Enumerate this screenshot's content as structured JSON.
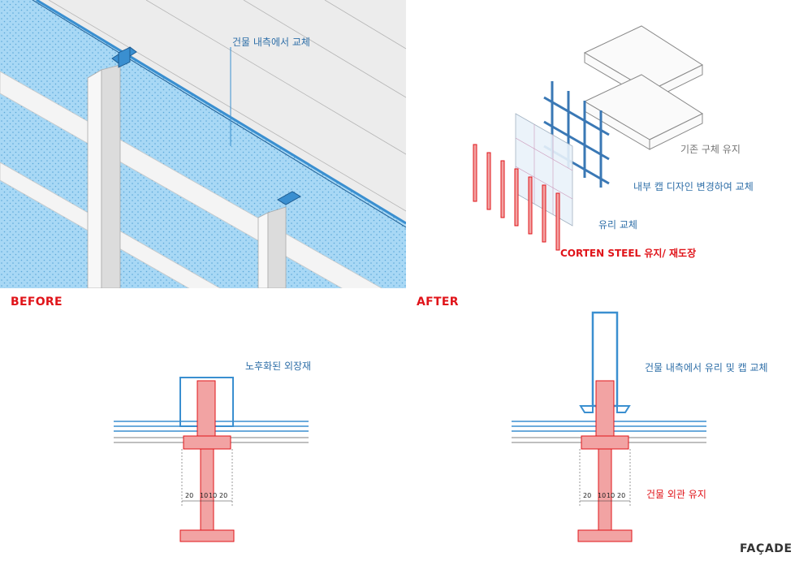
{
  "labels": {
    "replace_from_inside": "건물 내측에서 교체",
    "keep_existing_structure": "기존 구체 유지",
    "change_inner_cap": "내부 캡 디자인 변경하여 교체",
    "replace_glass": "유리 교체",
    "corten_keep": "CORTEN STEEL 유지/ 재도장",
    "before": "BEFORE",
    "after": "AFTER",
    "aged_cladding": "노후화된 외장재",
    "replace_glass_cap_from_inside": "건물 내측에서 유리 및 캡 교체",
    "keep_exterior": "건물 외관 유지",
    "facade": "FAÇADE"
  },
  "dimensions": {
    "before": [
      "20",
      "10",
      "10",
      "20"
    ],
    "after": [
      "20",
      "10",
      "10",
      "20"
    ]
  },
  "colors": {
    "glass_blue": "#a8d8f5",
    "frame_blue": "#3a8fd0",
    "label_blue": "#2f6fa8",
    "steel_red": "#f2a3a3",
    "accent_red": "#e0141a",
    "sky_gray": "#ececec"
  }
}
